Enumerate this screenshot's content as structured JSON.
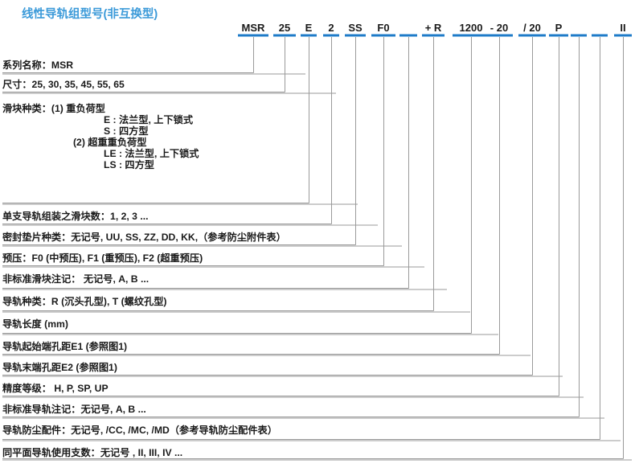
{
  "title": "线性导轨组型号(非互换型)",
  "colors": {
    "title": "#3b9ad9",
    "underline": "#1e7bc8",
    "leader": "#9a9a9a",
    "separator": "#9a9a9a",
    "text": "#1a1a1a"
  },
  "code_segments": [
    {
      "label": "MSR"
    },
    {
      "label": "25"
    },
    {
      "label": "E"
    },
    {
      "label": "2"
    },
    {
      "label": "SS"
    },
    {
      "label": "F0"
    },
    {
      "label": ""
    },
    {
      "label": "+ R"
    },
    {
      "label": "1200"
    },
    {
      "label": "- 20"
    },
    {
      "label": "/ 20"
    },
    {
      "label": "P"
    },
    {
      "label": ""
    },
    {
      "label": ""
    },
    {
      "label": "II"
    }
  ],
  "rows": [
    {
      "text": "系列名称：MSR",
      "sublines": []
    },
    {
      "text": "尺寸：25, 30, 35, 45, 55, 65",
      "sublines": []
    },
    {
      "text": "滑块种类：(1) 重负荷型",
      "sublines": [
        {
          "text": "E : 法兰型, 上下锁式",
          "indent": "ind2"
        },
        {
          "text": "S : 四方型",
          "indent": "ind2"
        },
        {
          "text": "(2) 超重重负荷型",
          "indent": "ind1"
        },
        {
          "text": "LE : 法兰型, 上下锁式",
          "indent": "ind2"
        },
        {
          "text": "LS : 四方型",
          "indent": "ind2"
        }
      ]
    },
    {
      "text": "单支导轨组装之滑块数：1, 2, 3 ...",
      "sublines": []
    },
    {
      "text": "密封垫片种类：无记号, UU, SS, ZZ, DD, KK,（参考防尘附件表）",
      "sublines": []
    },
    {
      "text": "预压：F0 (中预压), F1 (重预压), F2 (超重预压)",
      "sublines": []
    },
    {
      "text": "非标准滑块注记： 无记号, A, B ...",
      "sublines": []
    },
    {
      "text": "导轨种类：R (沉头孔型), T (螺纹孔型)",
      "sublines": []
    },
    {
      "text": "导轨长度 (mm)",
      "sublines": []
    },
    {
      "text": "导轨起始端孔距E1 (参照图1)",
      "sublines": []
    },
    {
      "text": "导轨末端孔距E2 (参照图1)",
      "sublines": []
    },
    {
      "text": "精度等级： H, P, SP, UP",
      "sublines": []
    },
    {
      "text": "非标准导轨注记：无记号, A, B ...",
      "sublines": []
    },
    {
      "text": "导轨防尘配件：无记号, /CC, /MC, /MD（参考导轨防尘配件表）",
      "sublines": []
    },
    {
      "text": "同平面导轨使用支数：无记号 , II, III, IV ...",
      "sublines": []
    }
  ]
}
